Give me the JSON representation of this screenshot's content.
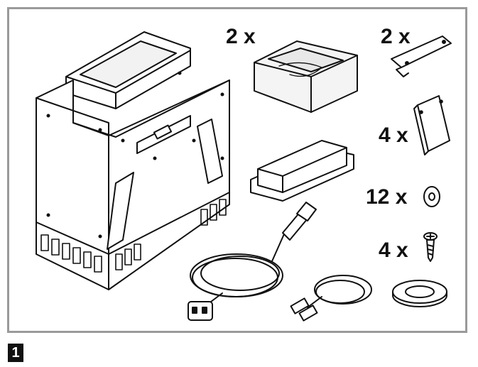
{
  "figure": {
    "number": "1",
    "quantities": {
      "filter_cassette": "2 x",
      "mounting_bracket": "2 x",
      "side_plate": "4 x",
      "washer": "12 x",
      "screw": "4 x"
    },
    "line_color": "#111111",
    "frame_color": "#9a9a9a"
  }
}
